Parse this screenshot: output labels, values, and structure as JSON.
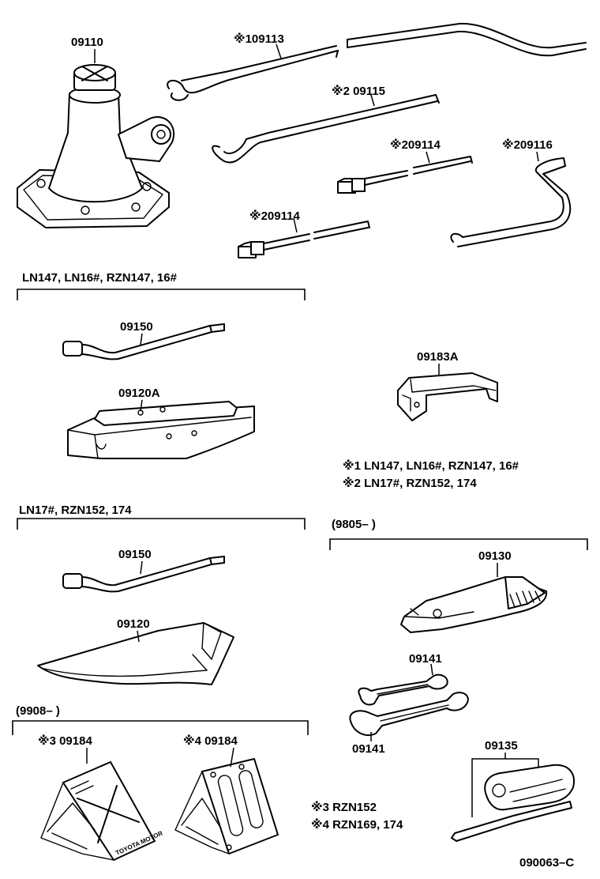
{
  "parts": {
    "jack": "09110",
    "handle_113": "※109113",
    "handle_115": "※2 09115",
    "ext_114_a": "※209114",
    "crank_116": "※209116",
    "ext_114_b": "※209114",
    "wrench_150_a": "09150",
    "tray_120a": "09120A",
    "bracket_183a": "09183A",
    "wrench_150_b": "09150",
    "bag_120": "09120",
    "pliers_130": "09130",
    "spanner_141_a": "09141",
    "spanner_141_b": "09141",
    "screwdriver_135": "09135",
    "chock_184_a": "※3 09184",
    "chock_184_b": "※4 09184"
  },
  "groups": {
    "group1": "LN147, LN16#, RZN147, 16#",
    "group2": "LN17#, RZN152, 174",
    "group3": "(9805–        )",
    "group4": "(9908–        )"
  },
  "notes": {
    "note1": "※1 LN147, LN16#, RZN147, 16#",
    "note2": "※2 LN17#, RZN152, 174",
    "note3": "※3  RZN152",
    "note4": "※4  RZN169, 174"
  },
  "chock_marks": {
    "brand": "TOYOTA MOTOR"
  },
  "figure_id": "090063–C"
}
